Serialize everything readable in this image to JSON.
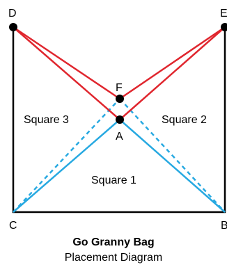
{
  "points": {
    "A": "A",
    "B": "B",
    "C": "C",
    "D": "D",
    "E": "E",
    "F": "F"
  },
  "squares": {
    "one": "Square 1",
    "two": "Square 2",
    "three": "Square 3"
  },
  "caption": {
    "title": "Go Granny Bag",
    "subtitle": "Placement Diagram"
  },
  "colors": {
    "outline": "#000000",
    "red": "#e0262e",
    "blue": "#27a9e1"
  }
}
